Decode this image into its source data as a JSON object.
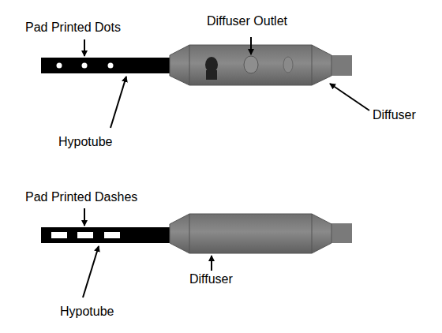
{
  "diagram": {
    "labels": [
      "Pad Printed Dots",
      "Diffuser Outlet",
      "Diffuser",
      "Hypotube",
      "Pad Printed Dashes",
      "Diffuser",
      "Hypotube"
    ]
  }
}
